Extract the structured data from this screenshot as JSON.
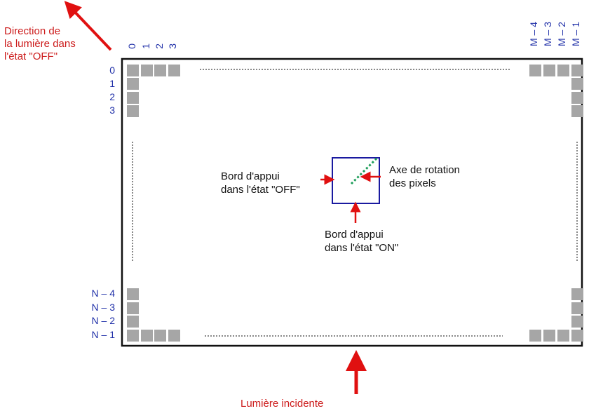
{
  "annotations": {
    "direction_off": [
      "Direction de",
      "la lumière dans",
      "l'état \"OFF\""
    ],
    "incident_light": "Lumière incidente",
    "edge_off": [
      "Bord d'appui",
      "dans l'état \"OFF\""
    ],
    "edge_on": [
      "Bord d'appui",
      "dans l'état \"ON\""
    ],
    "rotation_axis": [
      "Axe de rotation",
      "des pixels"
    ]
  },
  "row_labels_top": [
    "0",
    "1",
    "2",
    "3"
  ],
  "row_labels_bottom": [
    "N – 4",
    "N – 3",
    "N – 2",
    "N – 1"
  ],
  "col_labels_left": [
    "0",
    "1",
    "2",
    "3"
  ],
  "col_labels_right": [
    "M – 4",
    "M – 3",
    "M – 2",
    "M – 1"
  ],
  "colors": {
    "annotation_red": "#cc1a1a",
    "label_blue": "#1f2fa8",
    "pixel_gray": "#a6a6a6",
    "mirror_outline": "#1a1aa0",
    "axis_green": "#1e9e5a"
  }
}
